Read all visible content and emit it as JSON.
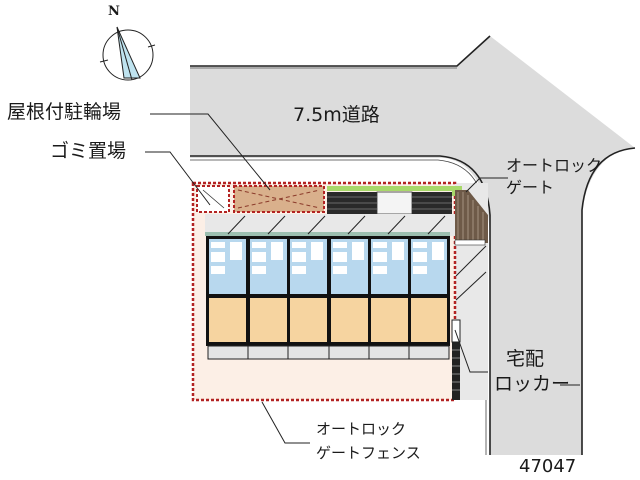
{
  "diagram": {
    "type": "site-plan",
    "compass": {
      "label": "N"
    },
    "road": {
      "label": "7.5m道路"
    },
    "labels": {
      "bicycle_parking": "屋根付駐輪場",
      "garbage_area": "ゴミ置場",
      "autolock_gate_line1": "オートロック",
      "autolock_gate_line2": "ゲート",
      "delivery_locker_line1": "宅配",
      "delivery_locker_line2": "ロッカー",
      "autolock_fence_line1": "オートロック",
      "autolock_fence_line2": "ゲートフェンス"
    },
    "property_code": "47047",
    "units": {
      "count": 6
    },
    "colors": {
      "road": "#dcdcdc",
      "site_boundary": "#b22222",
      "room_floor": "#f6d4a0",
      "wet_area": "#b8d8ee",
      "courtyard": "#fcefe6",
      "bicycle_parking": "#d9b08c",
      "greenery": "#a8d86a",
      "corridor": "#e8e8e8"
    }
  }
}
